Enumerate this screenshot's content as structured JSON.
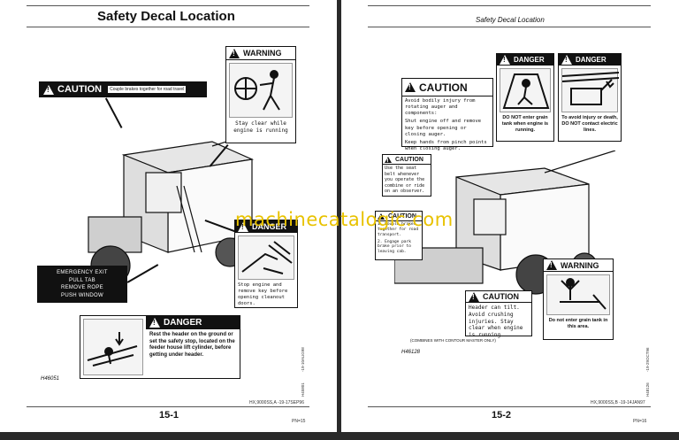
{
  "watermark": "machinecatalogic.com",
  "left": {
    "title": "Safety Decal Location",
    "page_number": "15-1",
    "code_line": "HX,9000SS,A   -19-17SEP96",
    "pn": "PN=15",
    "image_ref": "H46051",
    "vertical_codes": [
      "-19-10AUG98",
      "H45801"
    ],
    "decals": {
      "caution_brakes": {
        "heading": "CAUTION",
        "text": "Couple brakes together for road travel"
      },
      "warning_stay": {
        "heading": "WARNING",
        "text": "Stay clear while engine is running"
      },
      "danger_doors": {
        "heading": "DANGER",
        "text": "Stop engine and remove key before opening cleanout doors."
      },
      "emergency_exit": {
        "lines": [
          "EMERGENCY EXIT",
          "PULL TAB",
          "REMOVE ROPE",
          "PUSH WINDOW"
        ]
      },
      "danger_header": {
        "heading": "DANGER",
        "text": "Rest the header on the ground or set the safety stop, located on the feeder house lift cylinder, before getting under header."
      }
    }
  },
  "right": {
    "title": "Safety Decal Location",
    "page_number": "15-2",
    "code_line": "HX,9000SS,B   -19-14JAN97",
    "pn": "PN=16",
    "image_ref": "H46128",
    "vertical_codes": [
      "-19-29OCT96",
      "H48126"
    ],
    "note": "(COMBINES WITH CONTOUR MASTER ONLY)",
    "decals": {
      "caution_auger": {
        "heading": "CAUTION",
        "text1": "Avoid bodily injury from rotating auger and components:",
        "text2": "Shut engine off and remove key before opening or closing auger.",
        "text3": "Keep hands from pinch points when closing auger."
      },
      "danger_grain": {
        "heading": "DANGER",
        "text": "DO NOT enter grain tank when engine is running."
      },
      "danger_electric": {
        "heading": "DANGER",
        "text": "To avoid injury or death, DO NOT contact electric lines."
      },
      "caution_seatbelt": {
        "heading": "CAUTION",
        "text": "Use the seat belt whenever you operate the combine or ride on an observer."
      },
      "caution_transport": {
        "heading": "CAUTION",
        "text1": "1. Couple brakes together for road transport.",
        "text2": "2. Engage park brake prior to leaving cab."
      },
      "caution_header_tilt": {
        "heading": "CAUTION",
        "text": "Header can tilt. Avoid crushing injuries. Stay clear when engine is running."
      },
      "warning_tank": {
        "heading": "WARNING",
        "text": "Do not enter grain tank in this area."
      }
    }
  }
}
